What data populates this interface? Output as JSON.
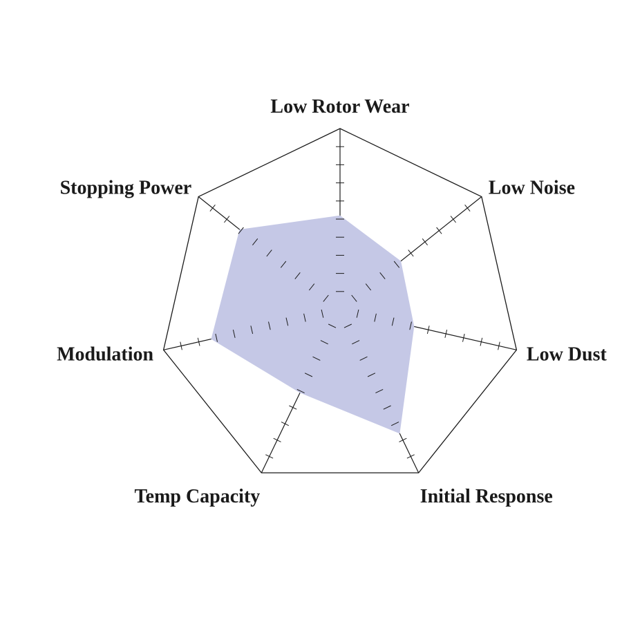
{
  "chart_data": {
    "type": "radar",
    "axes": [
      "Low Rotor Wear",
      "Low Noise",
      "Low Dust",
      "Initial Response",
      "Temp Capacity",
      "Modulation",
      "Stopping Power"
    ],
    "values": [
      5.2,
      4.3,
      4.2,
      7.6,
      5.1,
      7.3,
      7.1
    ],
    "scale": {
      "min": 0,
      "max": 10,
      "tick_step": 1
    },
    "fill_color": "#c5c8e6",
    "line_color": "#1a1a1a",
    "grid": false
  }
}
